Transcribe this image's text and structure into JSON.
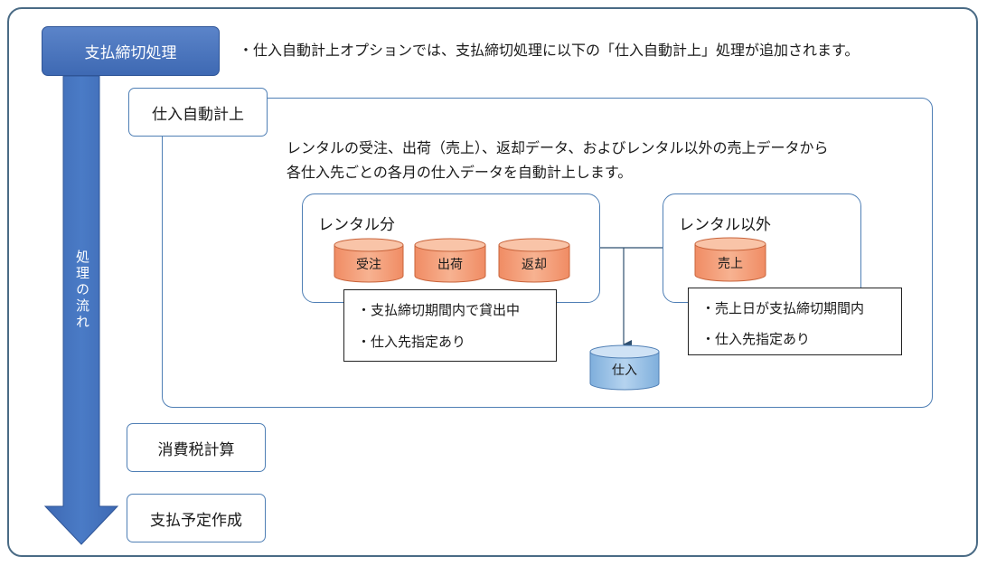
{
  "header": {
    "title": "支払締切処理"
  },
  "intro": "・仕入自動計上オプションでは、支払締切処理に以下の「仕入自動計上」処理が追加されます。",
  "flow_label": "処理の流れ",
  "steps": {
    "auto": "仕入自動計上",
    "tax": "消費税計算",
    "plan": "支払予定作成"
  },
  "description": {
    "line1": "レンタルの受注、出荷（売上）、返却データ、およびレンタル以外の売上データから",
    "line2": "各仕入先ごとの各月の仕入データを自動計上します。"
  },
  "rental_group": {
    "title": "レンタル分",
    "db": [
      "受注",
      "出荷",
      "返却"
    ],
    "notes": [
      "・支払締切期間内で貸出中",
      "・仕入先指定あり"
    ]
  },
  "nonrental_group": {
    "title": "レンタル以外",
    "db": [
      "売上"
    ],
    "notes": [
      "・売上日が支払締切期間内",
      "・仕入先指定あり"
    ]
  },
  "output_db": "仕入",
  "colors": {
    "accent_blue": "#3e69b3",
    "border_blue": "#4f7fb5",
    "db_orange": "#f4a582",
    "db_blue": "#9cc3e6",
    "frame": "#4a6b85"
  }
}
